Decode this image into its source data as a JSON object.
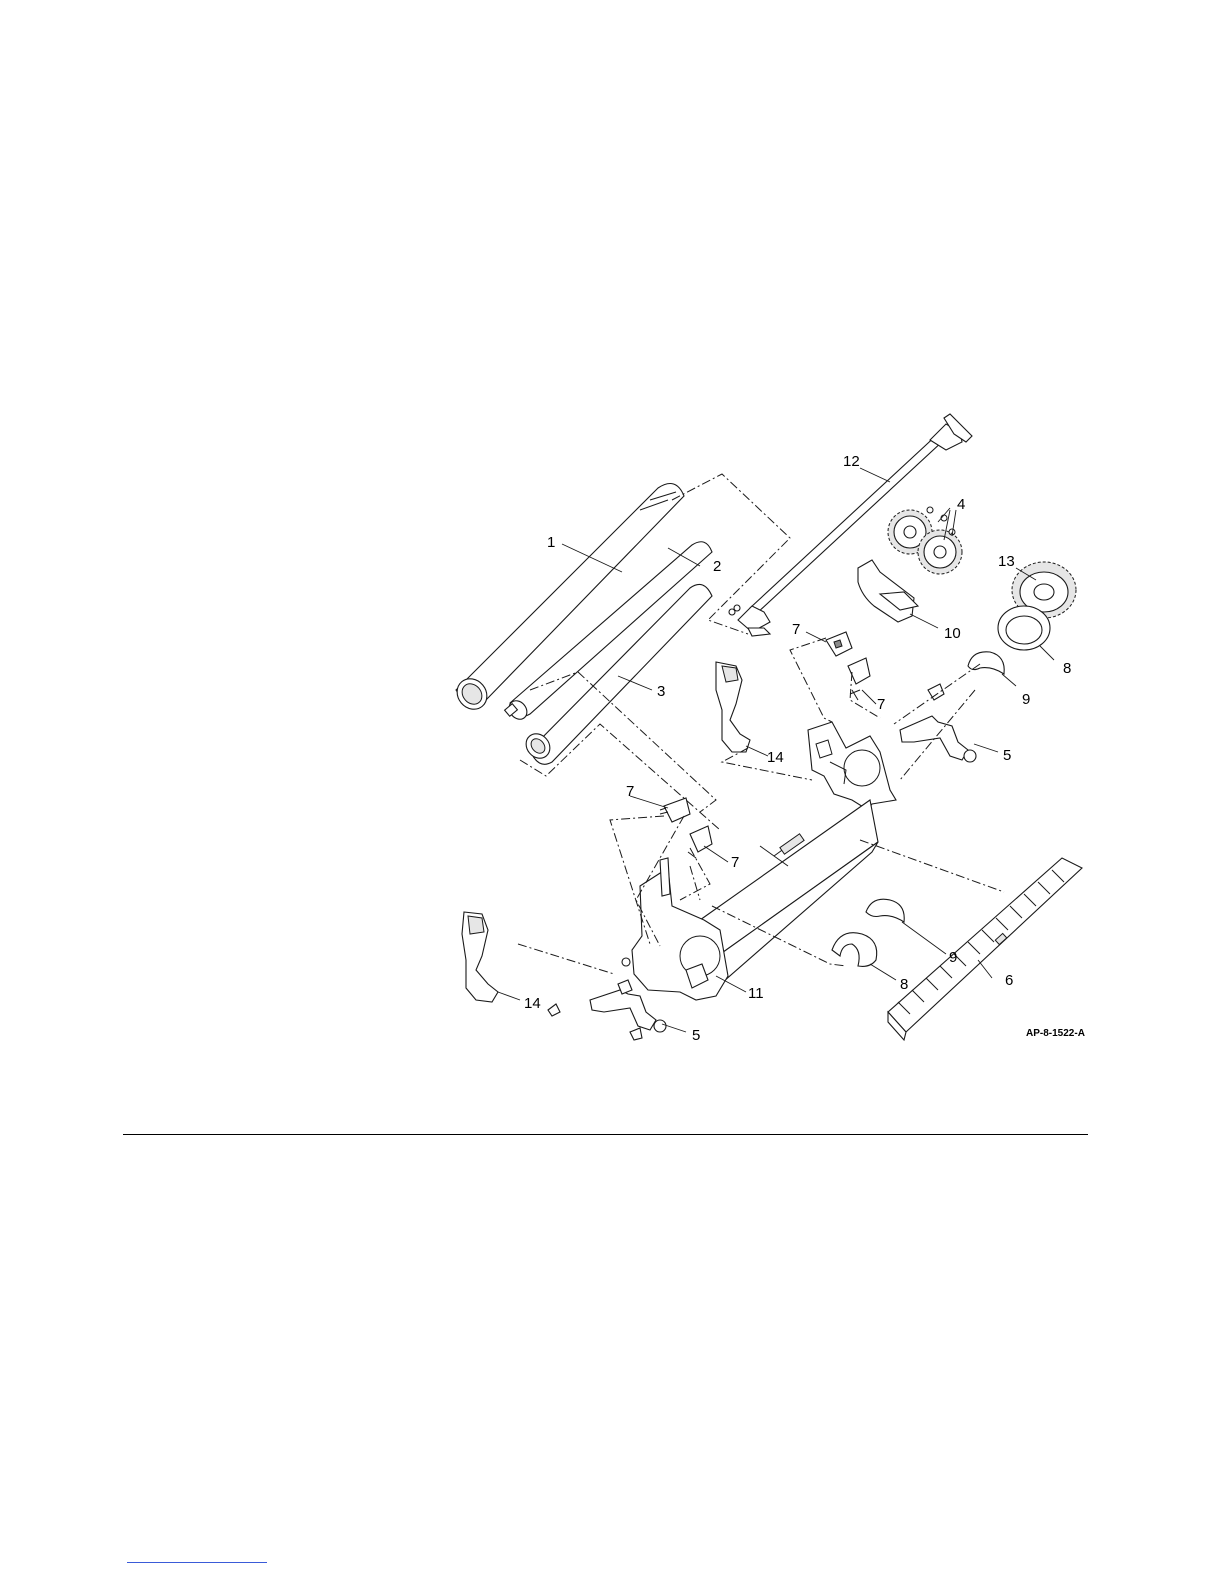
{
  "callouts": {
    "c1": "1",
    "c2": "2",
    "c3": "3",
    "c4": "4",
    "c5a": "5",
    "c5b": "5",
    "c6": "6",
    "c7a": "7",
    "c7b": "7",
    "c7c": "7",
    "c7d": "7",
    "c8a": "8",
    "c8b": "8",
    "c9a": "9",
    "c9b": "9",
    "c10": "10",
    "c11": "11",
    "c12": "12",
    "c13": "13",
    "c14a": "14",
    "c14b": "14"
  },
  "figure_id": "AP-8-1522-A",
  "colors": {
    "line": "#1a1a1a",
    "rule": "#000000",
    "link": "#3a5bd8"
  }
}
